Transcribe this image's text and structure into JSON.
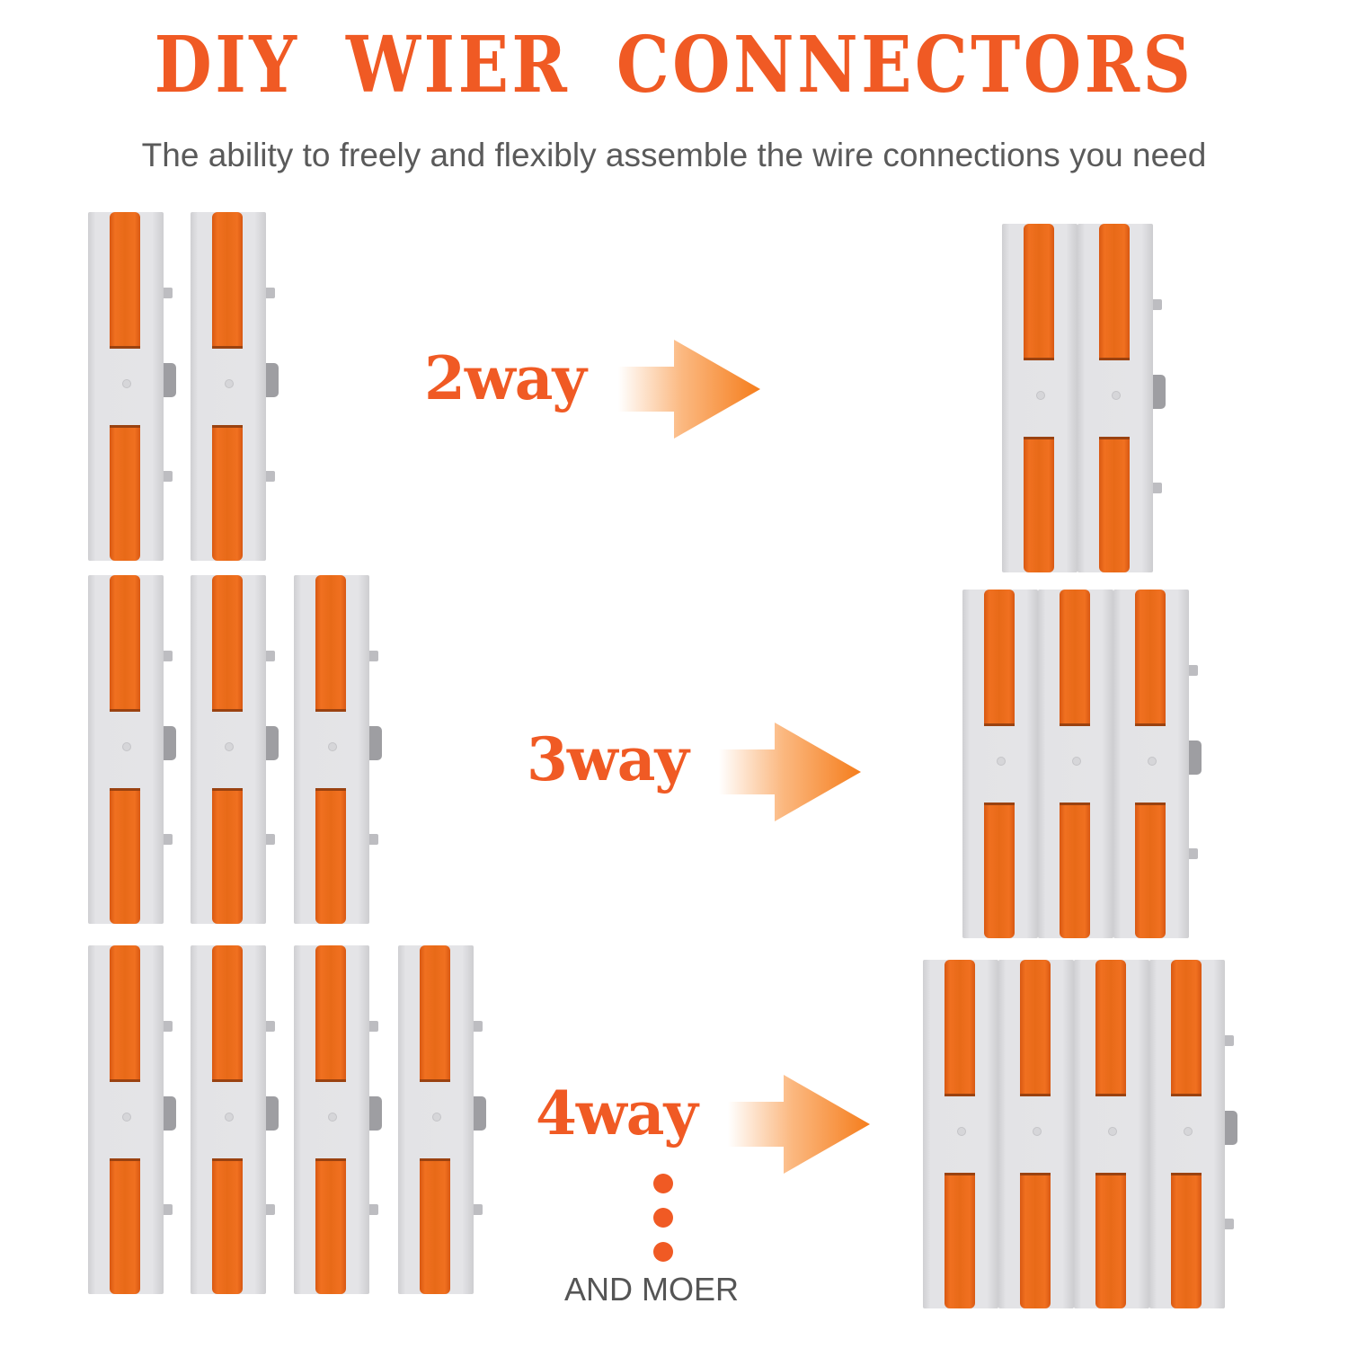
{
  "header": {
    "title": "DIY WIER CONNECTORS",
    "subtitle": "The ability to freely and flexibly assemble the wire connections you need"
  },
  "rows": [
    {
      "label": "2way",
      "single_count": 2,
      "assembled_count": 2
    },
    {
      "label": "3way",
      "single_count": 3,
      "assembled_count": 3
    },
    {
      "label": "4way",
      "single_count": 4,
      "assembled_count": 4
    }
  ],
  "more_label": "AND MOER",
  "icons": {
    "arrow": "arrow-right-icon",
    "ellipsis": "vertical-ellipsis-icon"
  },
  "colors": {
    "accent": "#f05a24",
    "lever_orange": "#f07020",
    "housing_gray": "#e4e4e7",
    "text_gray": "#5a5a5a"
  }
}
